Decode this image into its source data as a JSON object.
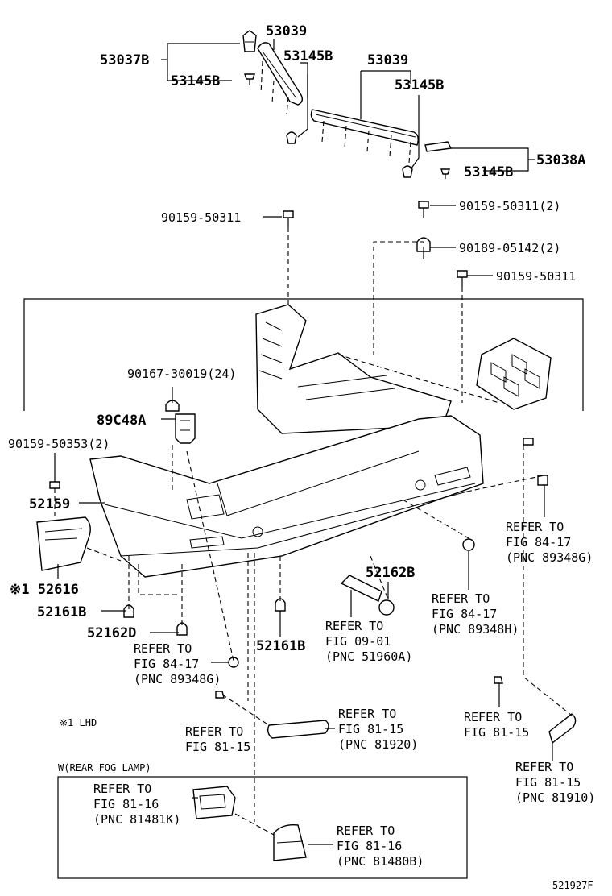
{
  "labels": {
    "p53039_a": "53039",
    "p53037b": "53037B",
    "p53145b_a": "53145B",
    "p53145b_b": "53145B",
    "p53039_b": "53039",
    "p53145b_c": "53145B",
    "p53038a": "53038A",
    "p53145b_d": "53145B",
    "p90159_50311_2": "90159-50311(2)",
    "p90189_05142_2": "90189-05142(2)",
    "p90159_50311_a": "90159-50311",
    "p90159_50311_b": "90159-50311",
    "p90167_30019_24": "90167-30019(24)",
    "p89c48a": "89C48A",
    "p90159_50353_2": "90159-50353(2)",
    "p52159": "52159",
    "p52616": "※1 52616",
    "p52161b_a": "52161B",
    "p52162d": "52162D",
    "p52162b": "52162B",
    "p52161b_b": "52161B"
  },
  "refs": {
    "fig84_17_89348g_right": [
      "REFER TO",
      "FIG 84-17",
      "(PNC 89348G)"
    ],
    "fig84_17_89348h": [
      "REFER TO",
      "FIG 84-17",
      "(PNC 89348H)"
    ],
    "fig09_01_51960a": [
      "REFER TO",
      "FIG 09-01",
      "(PNC 51960A)"
    ],
    "fig84_17_89348g_left": [
      "REFER TO",
      "FIG 84-17",
      "(PNC 89348G)"
    ],
    "fig81_15_left": [
      "REFER TO",
      "FIG 81-15"
    ],
    "fig81_15_81920": [
      "REFER TO",
      "FIG 81-15",
      "(PNC 81920)"
    ],
    "fig81_15_right": [
      "REFER TO",
      "FIG 81-15"
    ],
    "fig81_15_81910": [
      "REFER TO",
      "FIG 81-15",
      "(PNC 81910)"
    ],
    "fig81_16_81481k": [
      "REFER TO",
      "FIG 81-16",
      "(PNC 81481K)"
    ],
    "fig81_16_81480b": [
      "REFER TO",
      "FIG 81-16",
      "(PNC 81480B)"
    ]
  },
  "notes": {
    "lhd": "※1 LHD",
    "fog_box_title": "W(REAR FOG LAMP)",
    "diagram_id": "521927F"
  }
}
